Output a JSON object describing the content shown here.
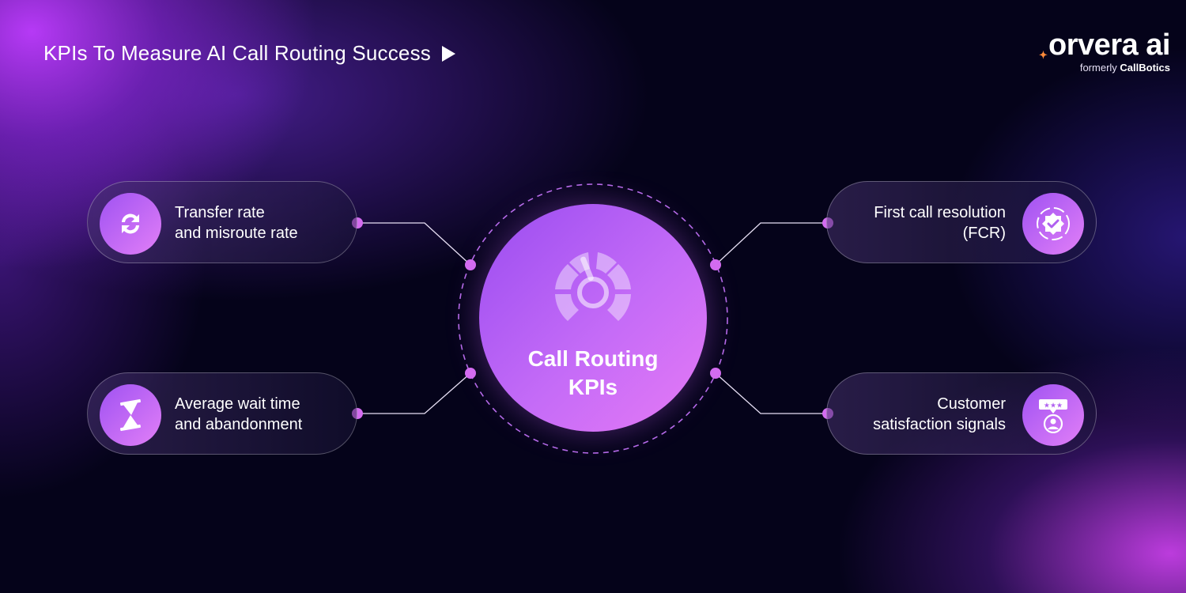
{
  "header": {
    "title": "KPIs To Measure AI Call Routing Success"
  },
  "logo": {
    "wordmark": "orvera ai",
    "tagline_prefix": "formerly",
    "tagline_brand": "CallBotics"
  },
  "hub": {
    "line1": "Call Routing",
    "line2": "KPIs"
  },
  "kpis": [
    {
      "line1": "Transfer rate",
      "line2": "and misroute rate",
      "icon": "refresh-icon"
    },
    {
      "line1": "Average wait time",
      "line2": "and abandonment",
      "icon": "hourglass-icon"
    },
    {
      "line1": "First call resolution",
      "line2": "(FCR)",
      "icon": "verified-badge-icon"
    },
    {
      "line1": "Customer",
      "line2": "satisfaction signals",
      "icon": "customer-rating-icon"
    }
  ],
  "colors": {
    "accent": "#c46bf7",
    "node": "#d46cf0",
    "background": "#05031a",
    "logo_star": "#ff8a3a"
  }
}
